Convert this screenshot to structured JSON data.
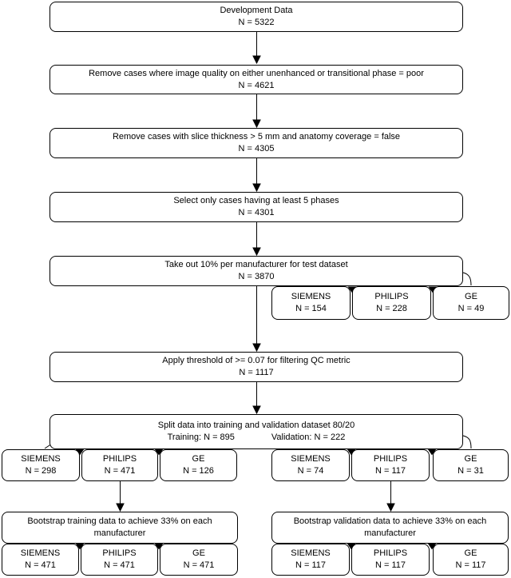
{
  "diagram": {
    "dev": {
      "title": "Development Data",
      "n": "N = 5322"
    },
    "quality": {
      "title": "Remove cases where image quality on either unenhanced or transitional phase = poor",
      "n": "N = 4621"
    },
    "slice": {
      "title": "Remove cases with slice thickness > 5 mm and anatomy coverage = false",
      "n": "N = 4305"
    },
    "phases": {
      "title": "Select only cases having at least 5 phases",
      "n": "N = 4301"
    },
    "testout": {
      "title": "Take out 10% per manufacturer for test dataset",
      "n": "N = 3870"
    },
    "threshold": {
      "title": "Apply threshold of >= 0.07 for filtering QC metric",
      "n": "N = 1117"
    },
    "split": {
      "title": "Split data into training and validation dataset 80/20",
      "training": "Training: N = 895",
      "validation": "Validation: N = 222"
    },
    "test_row": {
      "siemens": {
        "name": "SIEMENS",
        "n": "N = 154"
      },
      "philips": {
        "name": "PHILIPS",
        "n": "N = 228"
      },
      "ge": {
        "name": "GE",
        "n": "N = 49"
      }
    },
    "train_row": {
      "siemens": {
        "name": "SIEMENS",
        "n": "N = 298"
      },
      "philips": {
        "name": "PHILIPS",
        "n": "N = 471"
      },
      "ge": {
        "name": "GE",
        "n": "N = 126"
      }
    },
    "val_row": {
      "siemens": {
        "name": "SIEMENS",
        "n": "N = 74"
      },
      "philips": {
        "name": "PHILIPS",
        "n": "N = 117"
      },
      "ge": {
        "name": "GE",
        "n": "N = 31"
      }
    },
    "bootstrap_train": {
      "title": "Bootstrap training data to achieve 33% on each manufacturer"
    },
    "bootstrap_val": {
      "title": "Bootstrap validation data to achieve 33% on each manufacturer"
    },
    "bootstrap_train_row": {
      "siemens": {
        "name": "SIEMENS",
        "n": "N = 471"
      },
      "philips": {
        "name": "PHILIPS",
        "n": "N = 471"
      },
      "ge": {
        "name": "GE",
        "n": "N = 471"
      }
    },
    "bootstrap_val_row": {
      "siemens": {
        "name": "SIEMENS",
        "n": "N = 117"
      },
      "philips": {
        "name": "PHILIPS",
        "n": "N = 117"
      },
      "ge": {
        "name": "GE",
        "n": "N = 117"
      }
    },
    "colors": {
      "stroke": "#000000",
      "background": "#ffffff",
      "text": "#000000"
    }
  }
}
